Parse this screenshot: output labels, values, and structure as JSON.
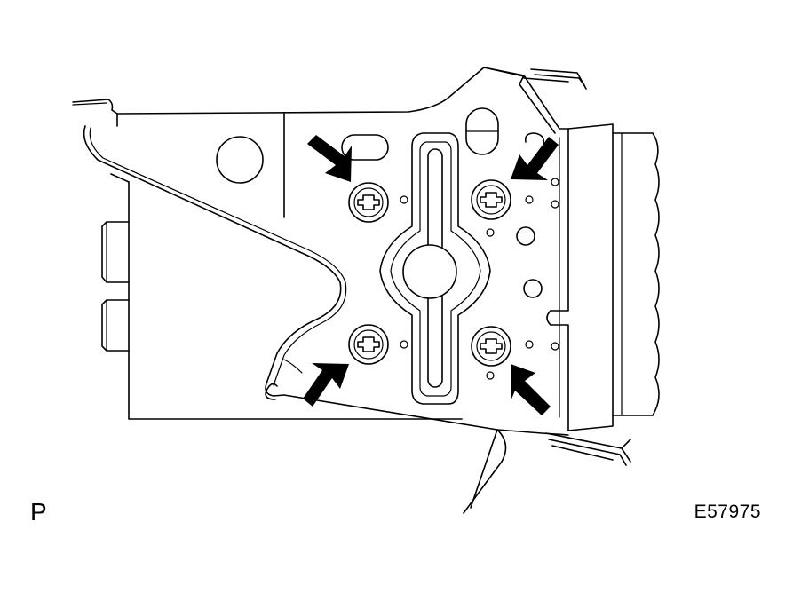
{
  "figure": {
    "view_letter": "P",
    "figure_code": "E57975",
    "callout_arrow_count": 4,
    "bolt_count": 4,
    "line_color": "#000000",
    "background_color": "#ffffff"
  }
}
